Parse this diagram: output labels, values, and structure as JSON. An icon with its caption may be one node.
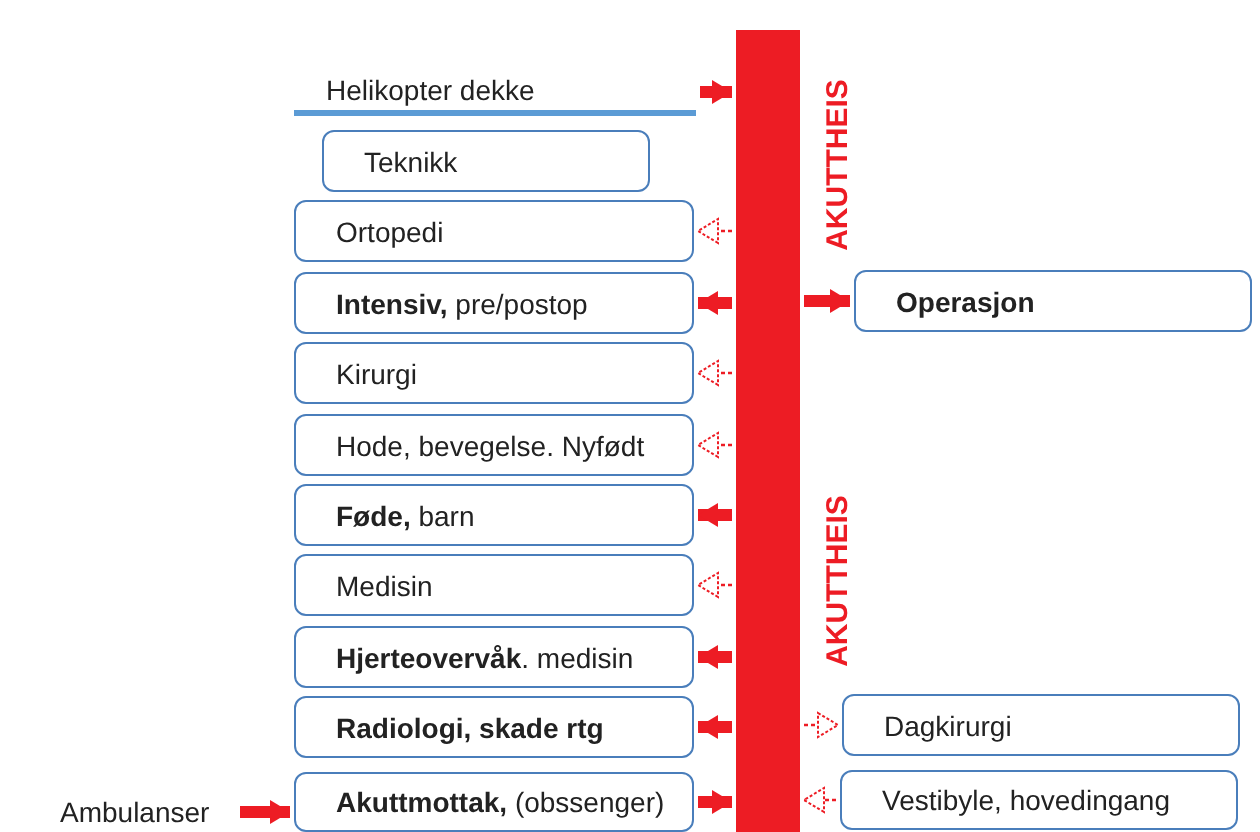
{
  "diagram": {
    "nodes": [
      {
        "text": [],
        "shape": "bar",
        "beside": [
          "AKUTTHEIS",
          "AKUTTHEIS"
        ]
      },
      {
        "text": [
          "Helikopter dekke"
        ]
      },
      {
        "text": [
          "Teknikk"
        ]
      },
      {
        "text": [
          "Ortopedi"
        ]
      },
      {
        "text": [
          "**Intensiv,** pre/postop"
        ]
      },
      {
        "text": [
          "Operasjon"
        ]
      },
      {
        "text": [
          "Kirurgi"
        ]
      },
      {
        "text": [
          "Hode, bevegelse. Nyfødt"
        ]
      },
      {
        "text": [
          "**Føde,** barn"
        ]
      },
      {
        "text": [
          "Medisin"
        ]
      },
      {
        "text": [
          "**Hjerteovervåk**. medisin"
        ]
      },
      {
        "text": [
          "Radiologi, skade rtg"
        ]
      },
      {
        "text": [
          "Dagkirurgi"
        ]
      },
      {
        "text": [
          "Ambulanser"
        ]
      },
      {
        "text": [
          "**Akuttmottak,** (obssenger)"
        ]
      },
      {
        "text": [
          "Vestibyle, hovedingang"
        ]
      }
    ],
    "edges": [
      {
        "from": 1,
        "to": 0,
        "arrow": "to"
      },
      {
        "from": 0,
        "to": 3,
        "arrow": "to",
        "style": "dashed"
      },
      {
        "from": 0,
        "to": 4,
        "arrow": "to"
      },
      {
        "from": 0,
        "to": 5,
        "arrow": "to"
      },
      {
        "from": 0,
        "to": 6,
        "arrow": "to",
        "style": "dashed"
      },
      {
        "from": 0,
        "to": 7,
        "arrow": "to",
        "style": "dashed"
      },
      {
        "from": 0,
        "to": 8,
        "arrow": "to"
      },
      {
        "from": 0,
        "to": 9,
        "arrow": "to",
        "style": "dashed"
      },
      {
        "from": 0,
        "to": 10,
        "arrow": "to"
      },
      {
        "from": 0,
        "to": 11,
        "arrow": "to"
      },
      {
        "from": 0,
        "to": 12,
        "arrow": "to",
        "style": "dashed"
      },
      {
        "from": 13,
        "to": 14,
        "arrow": "to"
      },
      {
        "from": 14,
        "to": 0,
        "arrow": "to"
      },
      {
        "from": 15,
        "to": 0,
        "arrow": "to",
        "style": "dashed"
      }
    ]
  }
}
